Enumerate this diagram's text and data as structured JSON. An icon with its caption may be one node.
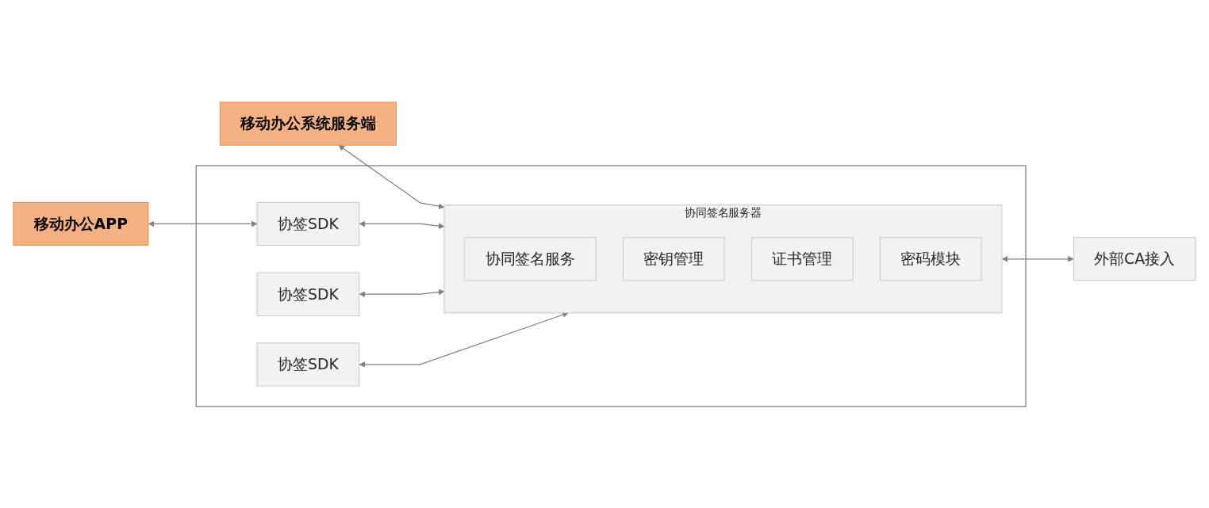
{
  "diagram": {
    "nodes": [
      {
        "text": [
          "移动办公APP"
        ]
      },
      {
        "text": [
          "移动办公系统服务端"
        ]
      },
      {
        "text": [],
        "shape": "box"
      },
      {
        "text": [
          "协签SDK"
        ],
        "in": 2
      },
      {
        "text": [
          "协同签名服务器"
        ],
        "in": 2
      },
      {
        "text": [
          "协同签名服务"
        ],
        "in": 4
      },
      {
        "text": [
          "密钥管理"
        ],
        "in": 4
      },
      {
        "text": [
          "证书管理"
        ],
        "in": 4
      },
      {
        "text": [
          "密码模块"
        ],
        "in": 4
      },
      {
        "text": [
          "协签SDK"
        ],
        "in": 2
      },
      {
        "text": [
          "协签SDK"
        ],
        "in": 2
      },
      {
        "text": [
          "外部CA接入"
        ]
      }
    ],
    "edges": [
      {
        "from": 0,
        "to": 3,
        "arrow": "both"
      },
      {
        "from": 1,
        "to": 4,
        "arrow": "both"
      },
      {
        "from": 3,
        "to": 4,
        "arrow": "both"
      },
      {
        "from": 9,
        "to": 4,
        "arrow": "both"
      },
      {
        "from": 10,
        "to": 4,
        "arrow": "both"
      },
      {
        "from": 4,
        "to": 11,
        "arrow": "both"
      }
    ]
  }
}
